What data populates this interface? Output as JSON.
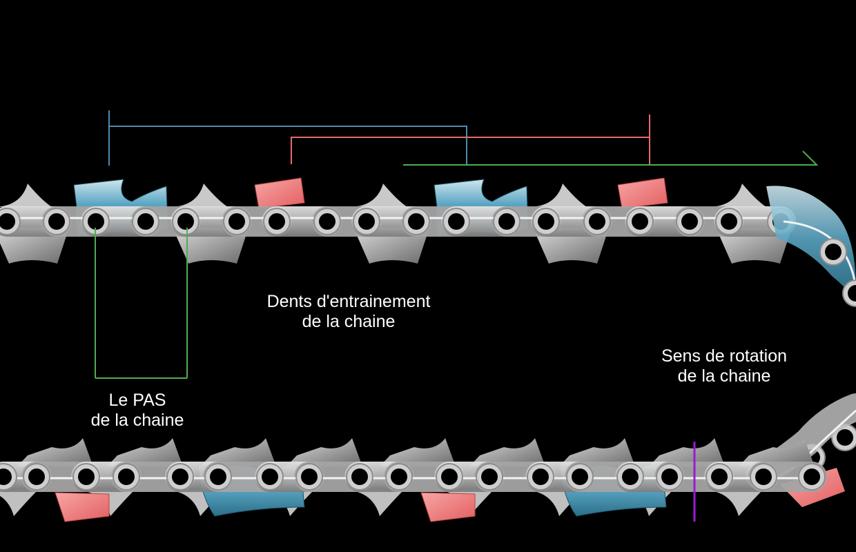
{
  "labels": {
    "drive_links": {
      "line1": "Dents d'entrainement",
      "line2": "de la chaine"
    },
    "pitch": {
      "line1": "Le PAS",
      "line2": "de la chaine"
    },
    "rotation": {
      "line1": "Sens de rotation",
      "line2": "de la chaine"
    }
  },
  "colors": {
    "background": "#000000",
    "link_light": "#d2d2d2",
    "link_dark": "#6e6e6e",
    "cutter_blue": "#3e8fae",
    "cutter_red": "#ee7677",
    "bracket_blue": "#4f8cae",
    "bracket_red": "#e86c6c",
    "bracket_green": "#4caf50",
    "marker_purple": "#9b19d6",
    "guide_line": "#f2f2f2"
  }
}
